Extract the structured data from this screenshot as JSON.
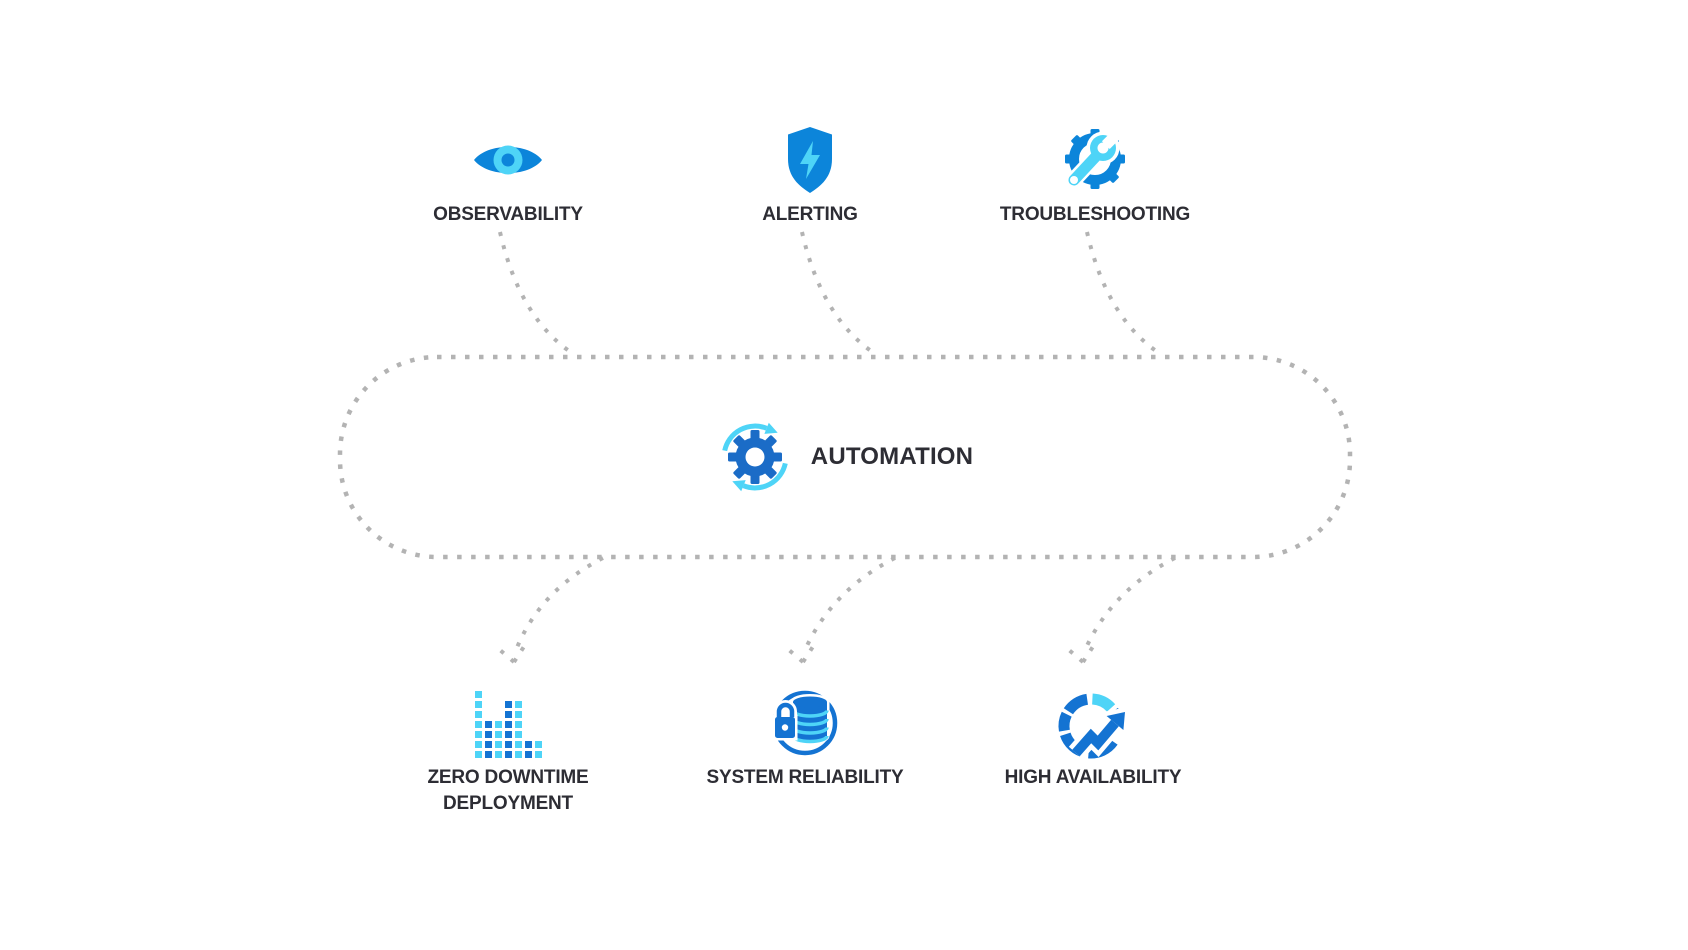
{
  "diagram": {
    "colors": {
      "azure": "#0c85da",
      "blue": "#1473d2",
      "deep_blue": "#1b6cc7",
      "cyan": "#4ed4f7",
      "dot": "#b3b3b3",
      "text": "#2d2d34",
      "background": "#ffffff"
    },
    "center": {
      "label": "AUTOMATION",
      "icon": "automation-cycle-gear-icon"
    },
    "inputs": [
      {
        "label": "OBSERVABILITY",
        "icon": "eye-icon"
      },
      {
        "label": "ALERTING",
        "icon": "shield-lightning-icon"
      },
      {
        "label": "TROUBLESHOOTING",
        "icon": "gear-wrench-icon"
      }
    ],
    "outputs": [
      {
        "label": "ZERO DOWNTIME",
        "label2": "DEPLOYMENT",
        "icon": "pixel-bar-chart-icon"
      },
      {
        "label": "SYSTEM RELIABILITY",
        "label2": "",
        "icon": "database-lock-icon"
      },
      {
        "label": "HIGH AVAILABILITY",
        "label2": "",
        "icon": "gauge-trend-arrow-icon"
      }
    ]
  }
}
